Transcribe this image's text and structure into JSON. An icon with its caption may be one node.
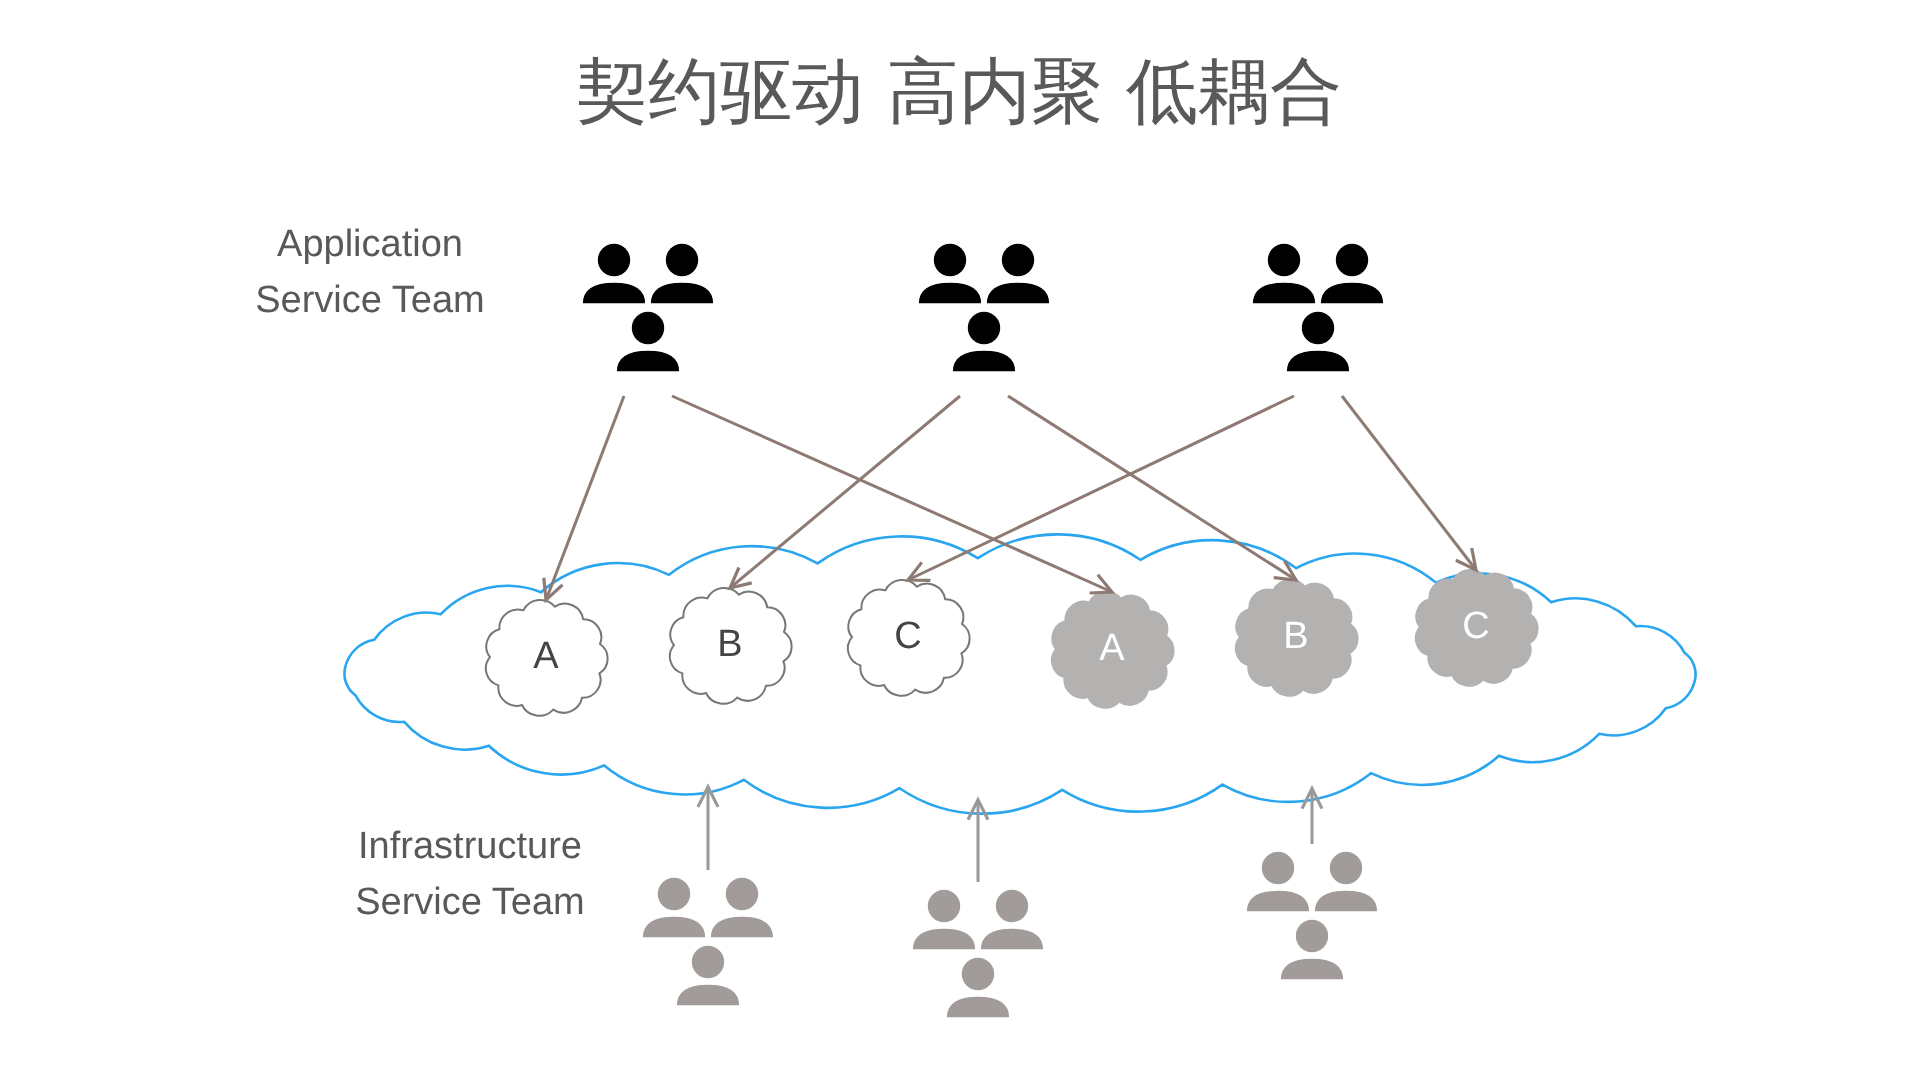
{
  "diagram": {
    "title": "契约驱动 高内聚 低耦合",
    "nodes": [
      {
        "text": [],
        "shape": "cloud"
      },
      {
        "text": [
          "A"
        ],
        "in": 0
      },
      {
        "text": [
          "B"
        ],
        "in": 0
      },
      {
        "text": [
          "C"
        ],
        "in": 0
      },
      {
        "text": [
          "A"
        ],
        "in": 0
      },
      {
        "text": [
          "B"
        ],
        "in": 0
      },
      {
        "text": [
          "C"
        ],
        "in": 0
      },
      {
        "text": [],
        "shape": "person"
      },
      {
        "text": [],
        "shape": "person"
      },
      {
        "text": [],
        "shape": "person"
      },
      {
        "text": [],
        "shape": "person"
      },
      {
        "text": [],
        "shape": "person"
      },
      {
        "text": [],
        "shape": "person"
      }
    ],
    "edges": [
      {
        "from": 7,
        "to": 1,
        "arrow": "to"
      },
      {
        "from": 7,
        "to": 4,
        "arrow": "to"
      },
      {
        "from": 8,
        "to": 2,
        "arrow": "to"
      },
      {
        "from": 8,
        "to": 5,
        "arrow": "to"
      },
      {
        "from": 9,
        "to": 3,
        "arrow": "to"
      },
      {
        "from": 9,
        "to": 6,
        "arrow": "to"
      },
      {
        "from": 10,
        "to": 0,
        "arrow": "to",
        "color": "#999999"
      },
      {
        "from": 11,
        "to": 0,
        "arrow": "to",
        "color": "#999999"
      },
      {
        "from": 12,
        "to": 0,
        "arrow": "to",
        "color": "#999999"
      }
    ],
    "labels": [
      "Application Service Team",
      "Infrastructure Service Team"
    ]
  }
}
